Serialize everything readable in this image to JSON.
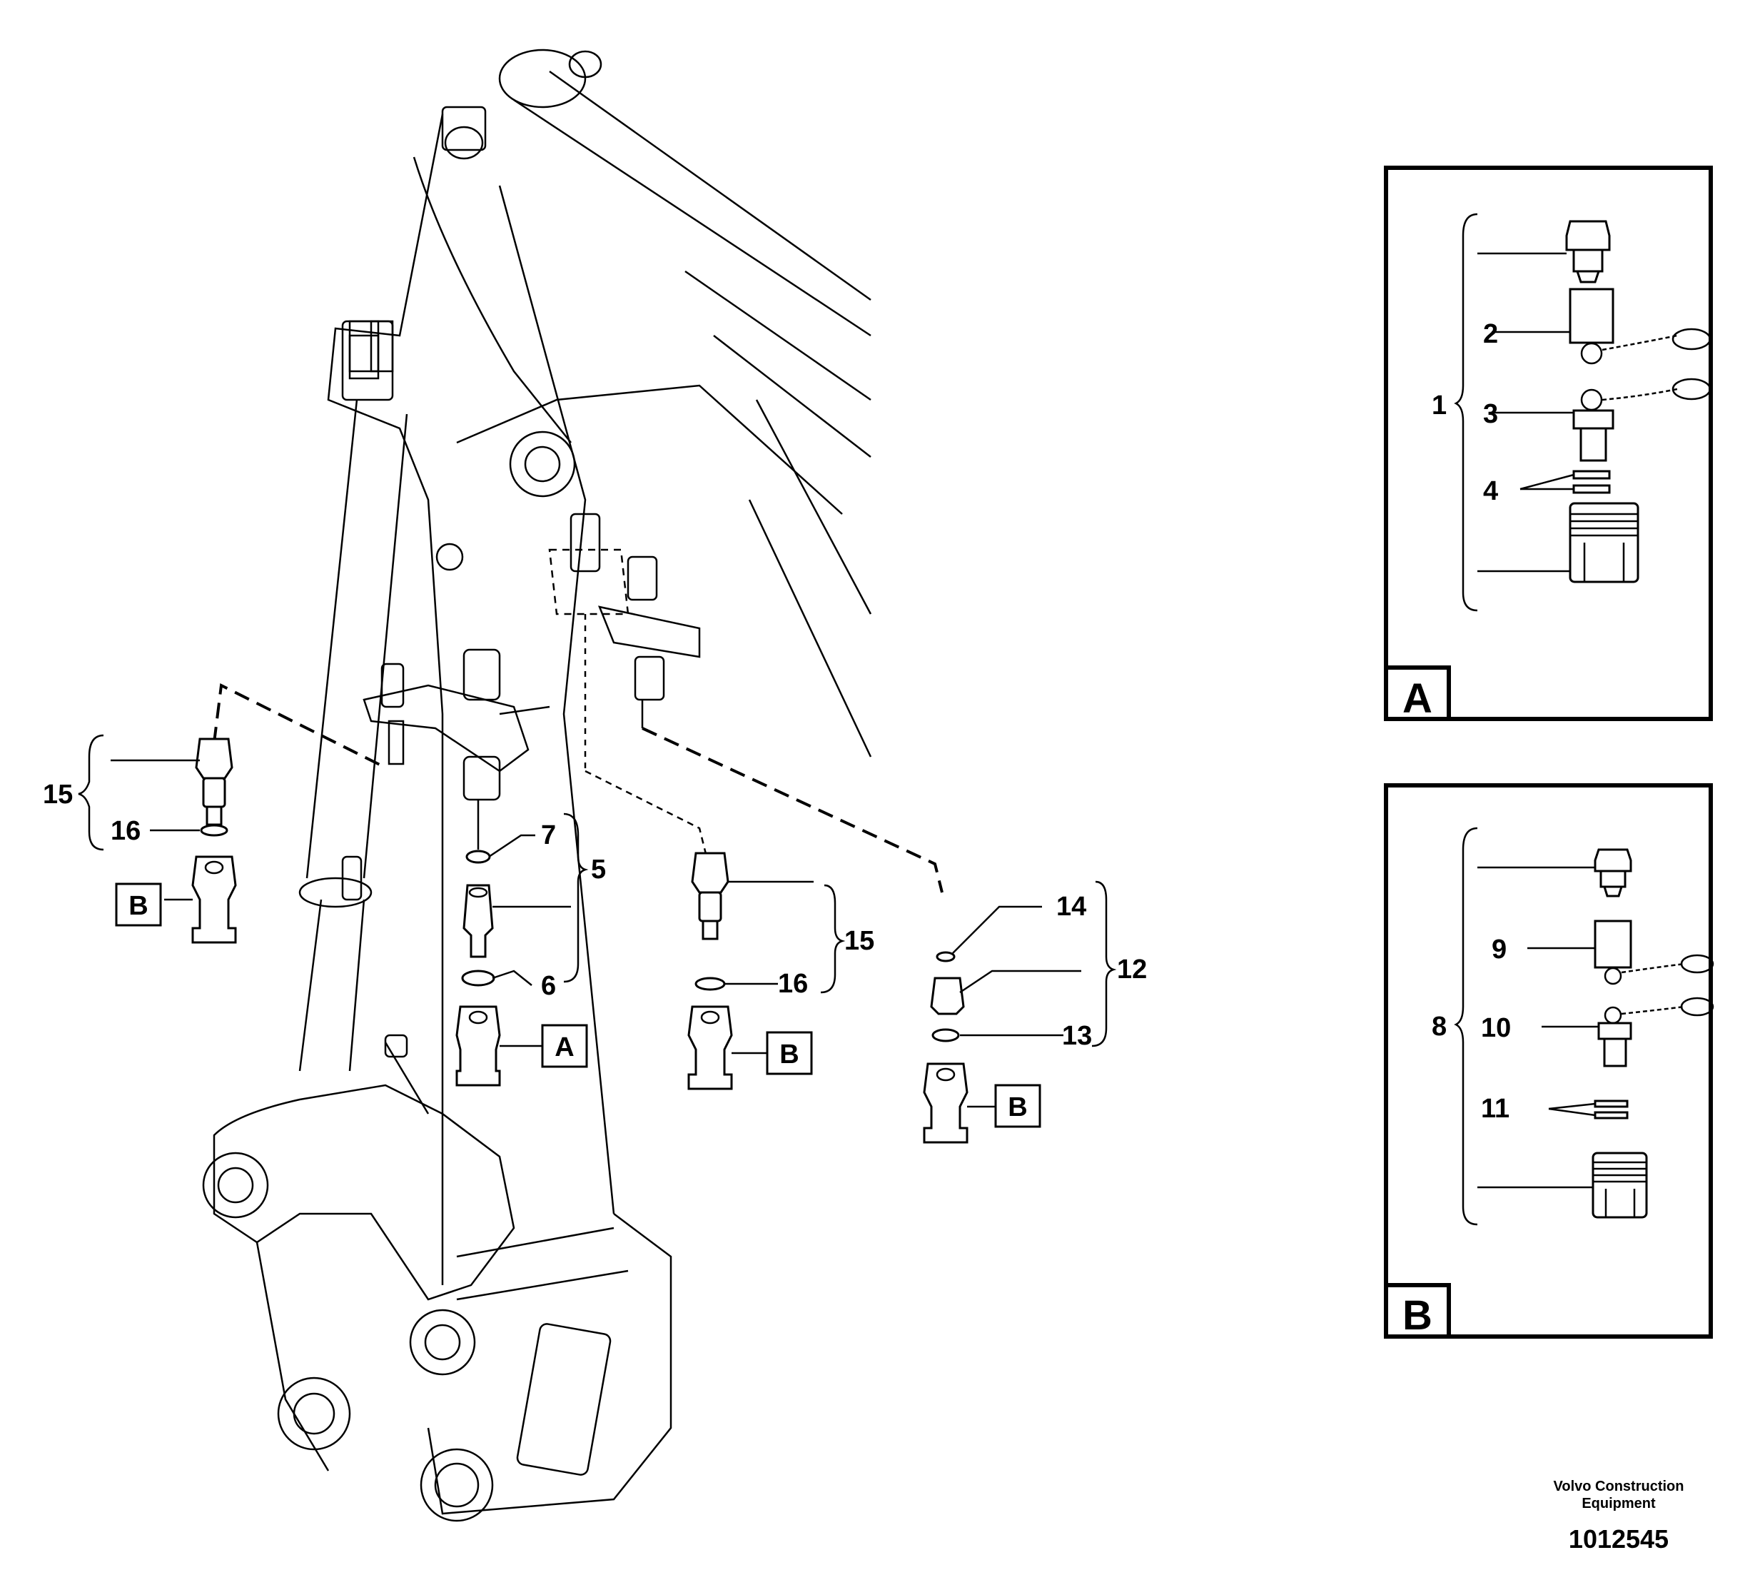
{
  "callouts": {
    "n1": "1",
    "n2": "2",
    "n3": "3",
    "n4": "4",
    "n5": "5",
    "n6": "6",
    "n7": "7",
    "n8": "8",
    "n9": "9",
    "n10": "10",
    "n11": "11",
    "n12": "12",
    "n13": "13",
    "n14": "14",
    "n15": "15",
    "n16": "16"
  },
  "reference_boxes": {
    "a": "A",
    "b": "B"
  },
  "insets": {
    "a_title": "A",
    "b_title": "B"
  },
  "footer": {
    "credit_line1": "Volvo Construction",
    "credit_line2": "Equipment",
    "document_number": "1012545"
  }
}
